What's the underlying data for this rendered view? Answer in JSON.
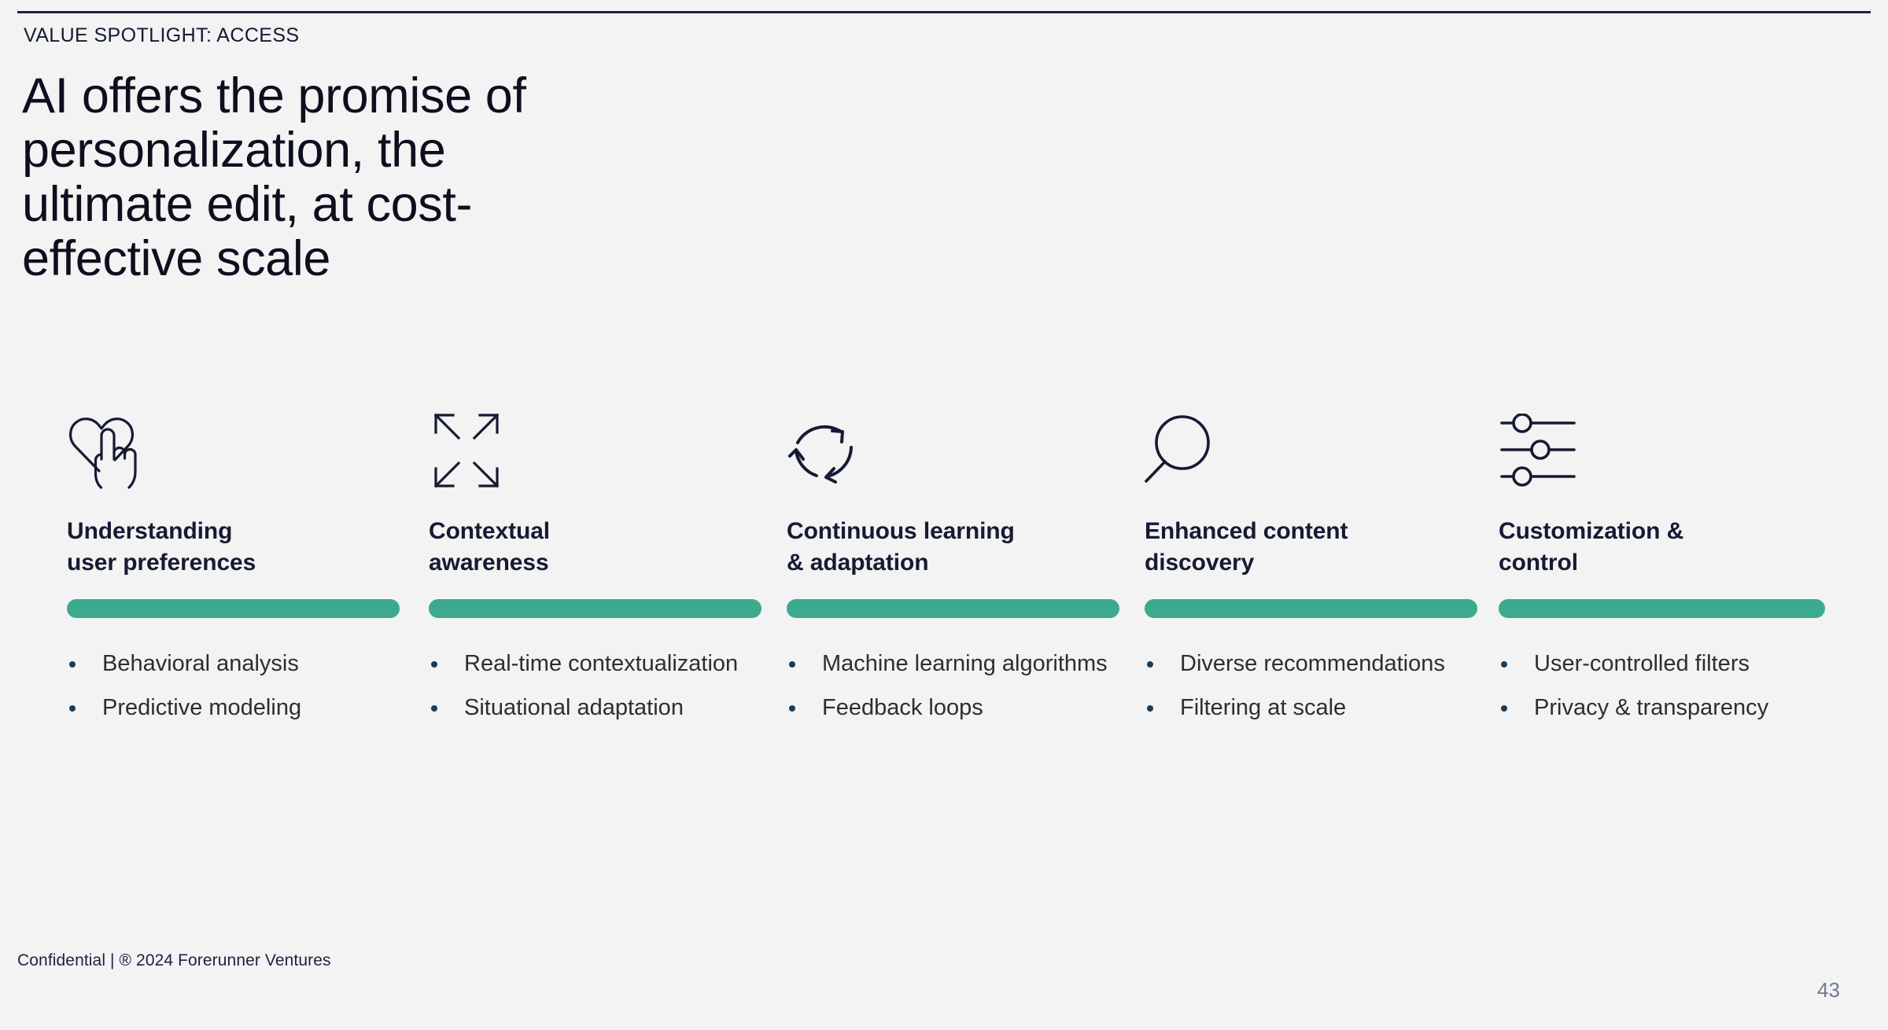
{
  "slide": {
    "eyebrow": "VALUE SPOTLIGHT: ACCESS",
    "headline": "AI offers the promise of personalization, the ultimate edit, at cost-effective scale",
    "accent_color": "#3caa8d",
    "heading_color": "#161a33",
    "background_color": "#f2f3f2",
    "rule_color": "#1b2340"
  },
  "columns": [
    {
      "icon": "heart-tap-icon",
      "title": "Understanding\nuser preferences",
      "bullets": [
        "Behavioral analysis",
        "Predictive modeling"
      ]
    },
    {
      "icon": "expand-arrows-icon",
      "title": "Contextual\nawareness",
      "bullets": [
        "Real-time contextualization",
        "Situational adaptation"
      ]
    },
    {
      "icon": "refresh-cycle-icon",
      "title": "Continuous learning\n& adaptation",
      "bullets": [
        "Machine learning algorithms",
        "Feedback loops"
      ]
    },
    {
      "icon": "magnifier-icon",
      "title": "Enhanced content\ndiscovery",
      "bullets": [
        "Diverse recommendations",
        "Filtering at scale"
      ]
    },
    {
      "icon": "sliders-icon",
      "title": "Customization &\ncontrol",
      "bullets": [
        "User-controlled filters",
        "Privacy & transparency"
      ]
    }
  ],
  "footer": {
    "confidential": "Confidential | ® 2024 Forerunner Ventures",
    "page_number": "43"
  }
}
